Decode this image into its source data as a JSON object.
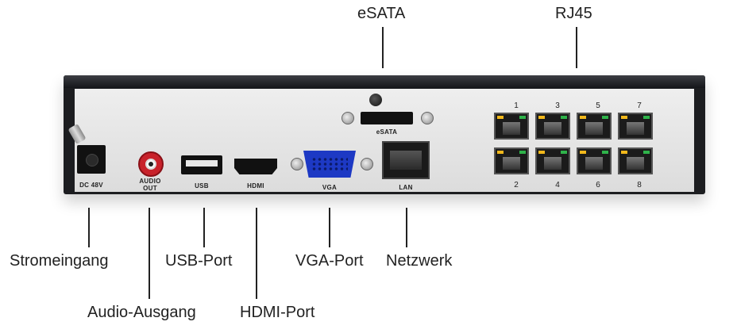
{
  "callouts": {
    "esata": "eSATA",
    "rj45": "RJ45",
    "power_input": "Stromeingang",
    "audio_output": "Audio-Ausgang",
    "usb_port": "USB-Port",
    "hdmi_port": "HDMI-Port",
    "vga_port": "VGA-Port",
    "network": "Netzwerk"
  },
  "panel_labels": {
    "dc": "DC 48V",
    "audio": "AUDIO OUT",
    "usb": "USB",
    "hdmi": "HDMI",
    "vga": "VGA",
    "esata": "eSATA",
    "lan": "LAN"
  },
  "rj45_numbers_top": [
    "1",
    "3",
    "5",
    "7"
  ],
  "rj45_numbers_bottom": [
    "2",
    "4",
    "6",
    "8"
  ],
  "colors": {
    "chassis": "#1c1d20",
    "panel": "#e6e6e6",
    "vga": "#1d39c4",
    "audio": "#c8222b",
    "led_amber": "#f2b81b",
    "led_green": "#2fb34a"
  }
}
